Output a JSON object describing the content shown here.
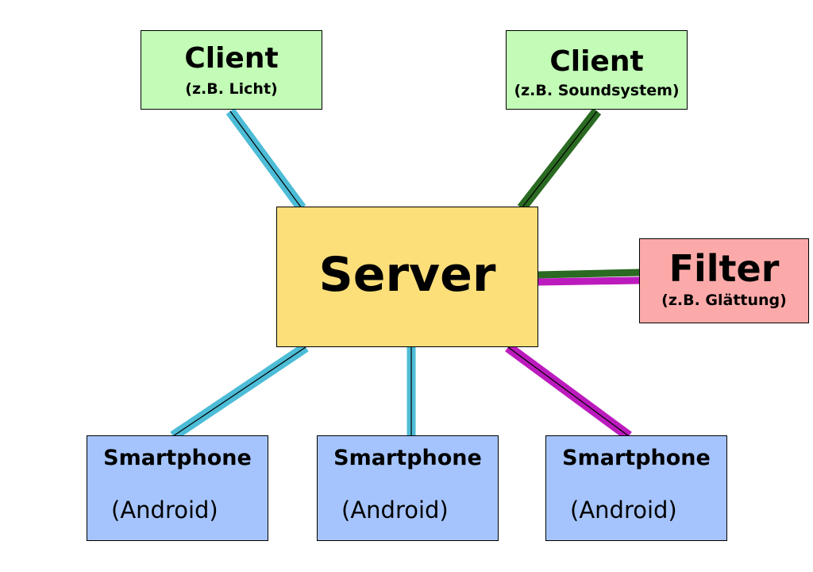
{
  "colors": {
    "client_fill": "#c2fcb6",
    "server_fill": "#fddf7a",
    "filter_fill": "#fcaaa9",
    "phone_fill": "#a5c4fd",
    "link_cyan": "#4dbcd6",
    "link_green": "#2a6a22",
    "link_magenta": "#bb1bbd"
  },
  "server": {
    "title": "Server"
  },
  "clients": [
    {
      "title": "Client",
      "subtitle": "(z.B. Licht)"
    },
    {
      "title": "Client",
      "subtitle": "(z.B. Soundsystem)"
    }
  ],
  "filter": {
    "title": "Filter",
    "subtitle": "(z.B. Glättung)"
  },
  "phones": [
    {
      "title": "Smartphone",
      "subtitle": "(Android)"
    },
    {
      "title": "Smartphone",
      "subtitle": "(Android)"
    },
    {
      "title": "Smartphone",
      "subtitle": "(Android)"
    }
  ]
}
